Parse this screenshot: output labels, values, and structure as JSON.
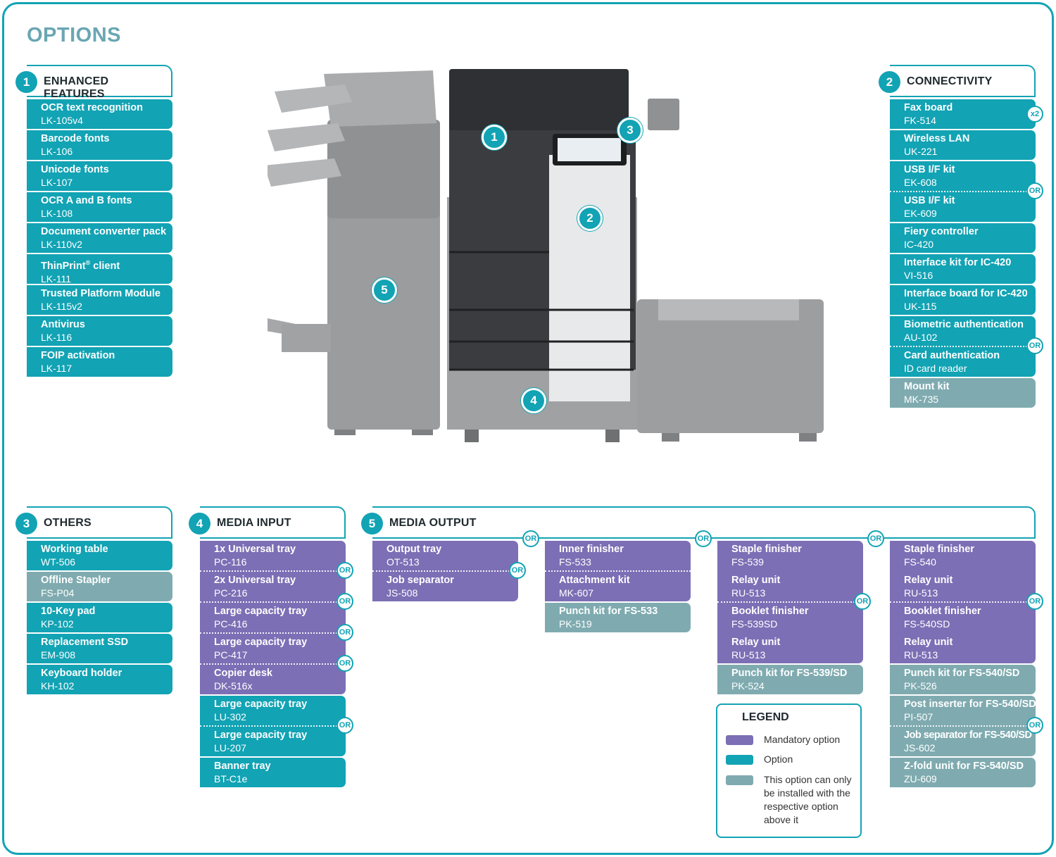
{
  "page_title": "OPTIONS",
  "or_label": "OR",
  "x2_label": "x2",
  "sections": {
    "enhanced": {
      "num": "1",
      "title": "ENHANCED FEATURES",
      "items": [
        {
          "name": "OCR text recognition",
          "code": "LK-105v4"
        },
        {
          "name": "Barcode fonts",
          "code": "LK-106"
        },
        {
          "name": "Unicode fonts",
          "code": "LK-107"
        },
        {
          "name": "OCR A and B fonts",
          "code": "LK-108"
        },
        {
          "name": "Document converter pack",
          "code": "LK-110v2"
        },
        {
          "name": "ThinPrint",
          "sup": "®",
          "name_suffix": " client",
          "code": "LK-111"
        },
        {
          "name": "Trusted Platform Module",
          "code": "LK-115v2"
        },
        {
          "name": "Antivirus",
          "code": "LK-116"
        },
        {
          "name": "FOIP activation",
          "code": "LK-117"
        }
      ]
    },
    "connectivity": {
      "num": "2",
      "title": "CONNECTIVITY",
      "items": [
        {
          "name": "Fax board",
          "code": "FK-514"
        },
        {
          "name": "Wireless LAN",
          "code": "UK-221"
        },
        {
          "name": "USB I/F kit",
          "code": "EK-608"
        },
        {
          "name": "USB I/F kit",
          "code": "EK-609"
        },
        {
          "name": "Fiery controller",
          "code": "IC-420"
        },
        {
          "name": "Interface kit for IC-420",
          "code": "VI-516"
        },
        {
          "name": "Interface board for IC-420",
          "code": "UK-115"
        },
        {
          "name": "Biometric authentication",
          "code": "AU-102"
        },
        {
          "name": "Card authentication",
          "code": "ID card reader"
        },
        {
          "name": "Mount kit",
          "code": "MK-735"
        }
      ]
    },
    "others": {
      "num": "3",
      "title": "OTHERS",
      "items": [
        {
          "name": "Working table",
          "code": "WT-506"
        },
        {
          "name": "Offline Stapler",
          "code": "FS-P04"
        },
        {
          "name": "10-Key pad",
          "code": "KP-102"
        },
        {
          "name": "Replacement SSD",
          "code": "EM-908"
        },
        {
          "name": "Keyboard holder",
          "code": "KH-102"
        }
      ]
    },
    "media_input": {
      "num": "4",
      "title": "MEDIA INPUT",
      "items": [
        {
          "name": "1x Universal tray",
          "code": "PC-116"
        },
        {
          "name": "2x Universal tray",
          "code": "PC-216"
        },
        {
          "name": "Large capacity tray",
          "code": "PC-416"
        },
        {
          "name": "Large capacity tray",
          "code": "PC-417"
        },
        {
          "name": "Copier desk",
          "code": "DK-516x"
        },
        {
          "name": "Large capacity tray",
          "code": "LU-302"
        },
        {
          "name": "Large capacity tray",
          "code": "LU-207"
        },
        {
          "name": "Banner tray",
          "code": "BT-C1e"
        }
      ]
    },
    "media_output": {
      "num": "5",
      "title": "MEDIA OUTPUT",
      "col1": [
        {
          "name": "Output tray",
          "code": "OT-513"
        },
        {
          "name": "Job separator",
          "code": "JS-508"
        }
      ],
      "col2": [
        {
          "name": "Inner finisher",
          "code": "FS-533"
        },
        {
          "name": "Attachment kit",
          "code": "MK-607"
        },
        {
          "name": "Punch kit for FS-533",
          "code": "PK-519"
        }
      ],
      "col3": [
        {
          "name": "Staple finisher",
          "code": "FS-539"
        },
        {
          "name": "Relay unit",
          "code": "RU-513"
        },
        {
          "name": "Booklet finisher",
          "code": "FS-539SD"
        },
        {
          "name": "Relay unit",
          "code": "RU-513"
        },
        {
          "name": "Punch kit for FS-539/SD",
          "code": "PK-524"
        }
      ],
      "col4": [
        {
          "name": "Staple finisher",
          "code": "FS-540"
        },
        {
          "name": "Relay unit",
          "code": "RU-513"
        },
        {
          "name": "Booklet finisher",
          "code": "FS-540SD"
        },
        {
          "name": "Relay unit",
          "code": "RU-513"
        },
        {
          "name": "Punch kit for FS-540/SD",
          "code": "PK-526"
        },
        {
          "name": "Post inserter for FS-540/SD",
          "code": "PI-507"
        },
        {
          "name": "Job separator for FS-540/SD",
          "code": "JS-602"
        },
        {
          "name": "Z-fold unit for FS-540/SD",
          "code": "ZU-609"
        }
      ]
    }
  },
  "legend": {
    "title": "LEGEND",
    "mandatory": "Mandatory option",
    "option": "Option",
    "dependent": "This option can only be installed with the respective option above it"
  },
  "markers": [
    "1",
    "2",
    "3",
    "4",
    "5"
  ],
  "colors": {
    "teal": "#12a3b4",
    "purple": "#7c6fb5",
    "gray": "#7fabb0",
    "title": "#6aa6b3"
  }
}
